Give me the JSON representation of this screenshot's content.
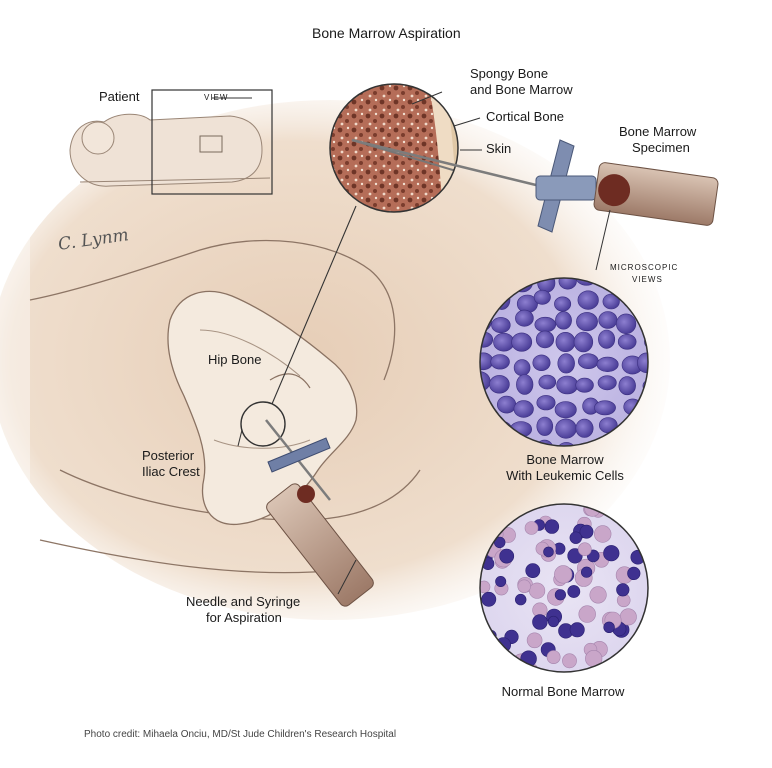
{
  "title": "Bone Marrow Aspiration",
  "signature": "C. Lynm",
  "labels": {
    "patient": "Patient",
    "view": "VIEW",
    "spongy_bone_1": "Spongy Bone",
    "spongy_bone_2": "and Bone Marrow",
    "cortical_bone": "Cortical Bone",
    "skin": "Skin",
    "specimen_1": "Bone Marrow",
    "specimen_2": "Specimen",
    "microscopic_1": "MICROSCOPIC",
    "microscopic_2": "VIEWS",
    "hip_bone": "Hip Bone",
    "iliac_1": "Posterior",
    "iliac_2": "Iliac Crest",
    "leukemic_1": "Bone Marrow",
    "leukemic_2": "With Leukemic Cells",
    "needle_1": "Needle and Syringe",
    "needle_2": "for Aspiration",
    "normal": "Normal Bone Marrow"
  },
  "credit": "Photo credit: Mihaela Onciu, MD/St Jude Children's Research Hospital",
  "colors": {
    "skin_tone": "#e9d3bf",
    "bone_marrow": "#8a4a3a",
    "leukemic_cells": "#5b4fa8",
    "slide_background": "#d8d4ee"
  }
}
